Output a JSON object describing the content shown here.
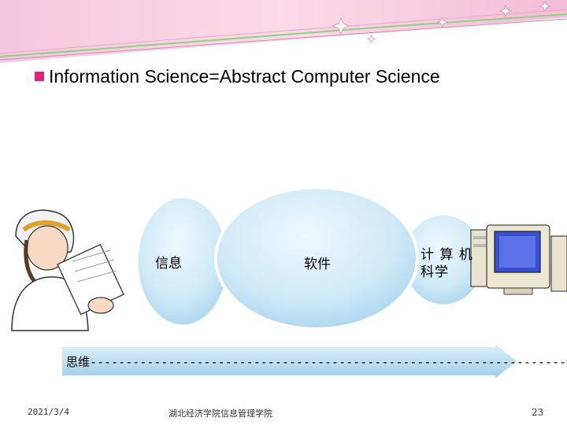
{
  "heading": {
    "text": "Information Science=Abstract Computer Science",
    "bullet_color": "#e0227a"
  },
  "diagram": {
    "bubbles": [
      {
        "label": "信息"
      },
      {
        "label": "软件"
      },
      {
        "label": "计 算 机 科学"
      }
    ],
    "arrow_text": "思维-------------------------------------------------------------------物质",
    "bubble_color": "#bfe3f5",
    "arrow_color": "#a9d4ec"
  },
  "icons": {
    "left": "engineer-with-blueprints",
    "right": "computer-monitor"
  },
  "footer": {
    "date": "2021/3/4",
    "organization": "湖北经济学院信息管理学院",
    "page_number": "23"
  }
}
